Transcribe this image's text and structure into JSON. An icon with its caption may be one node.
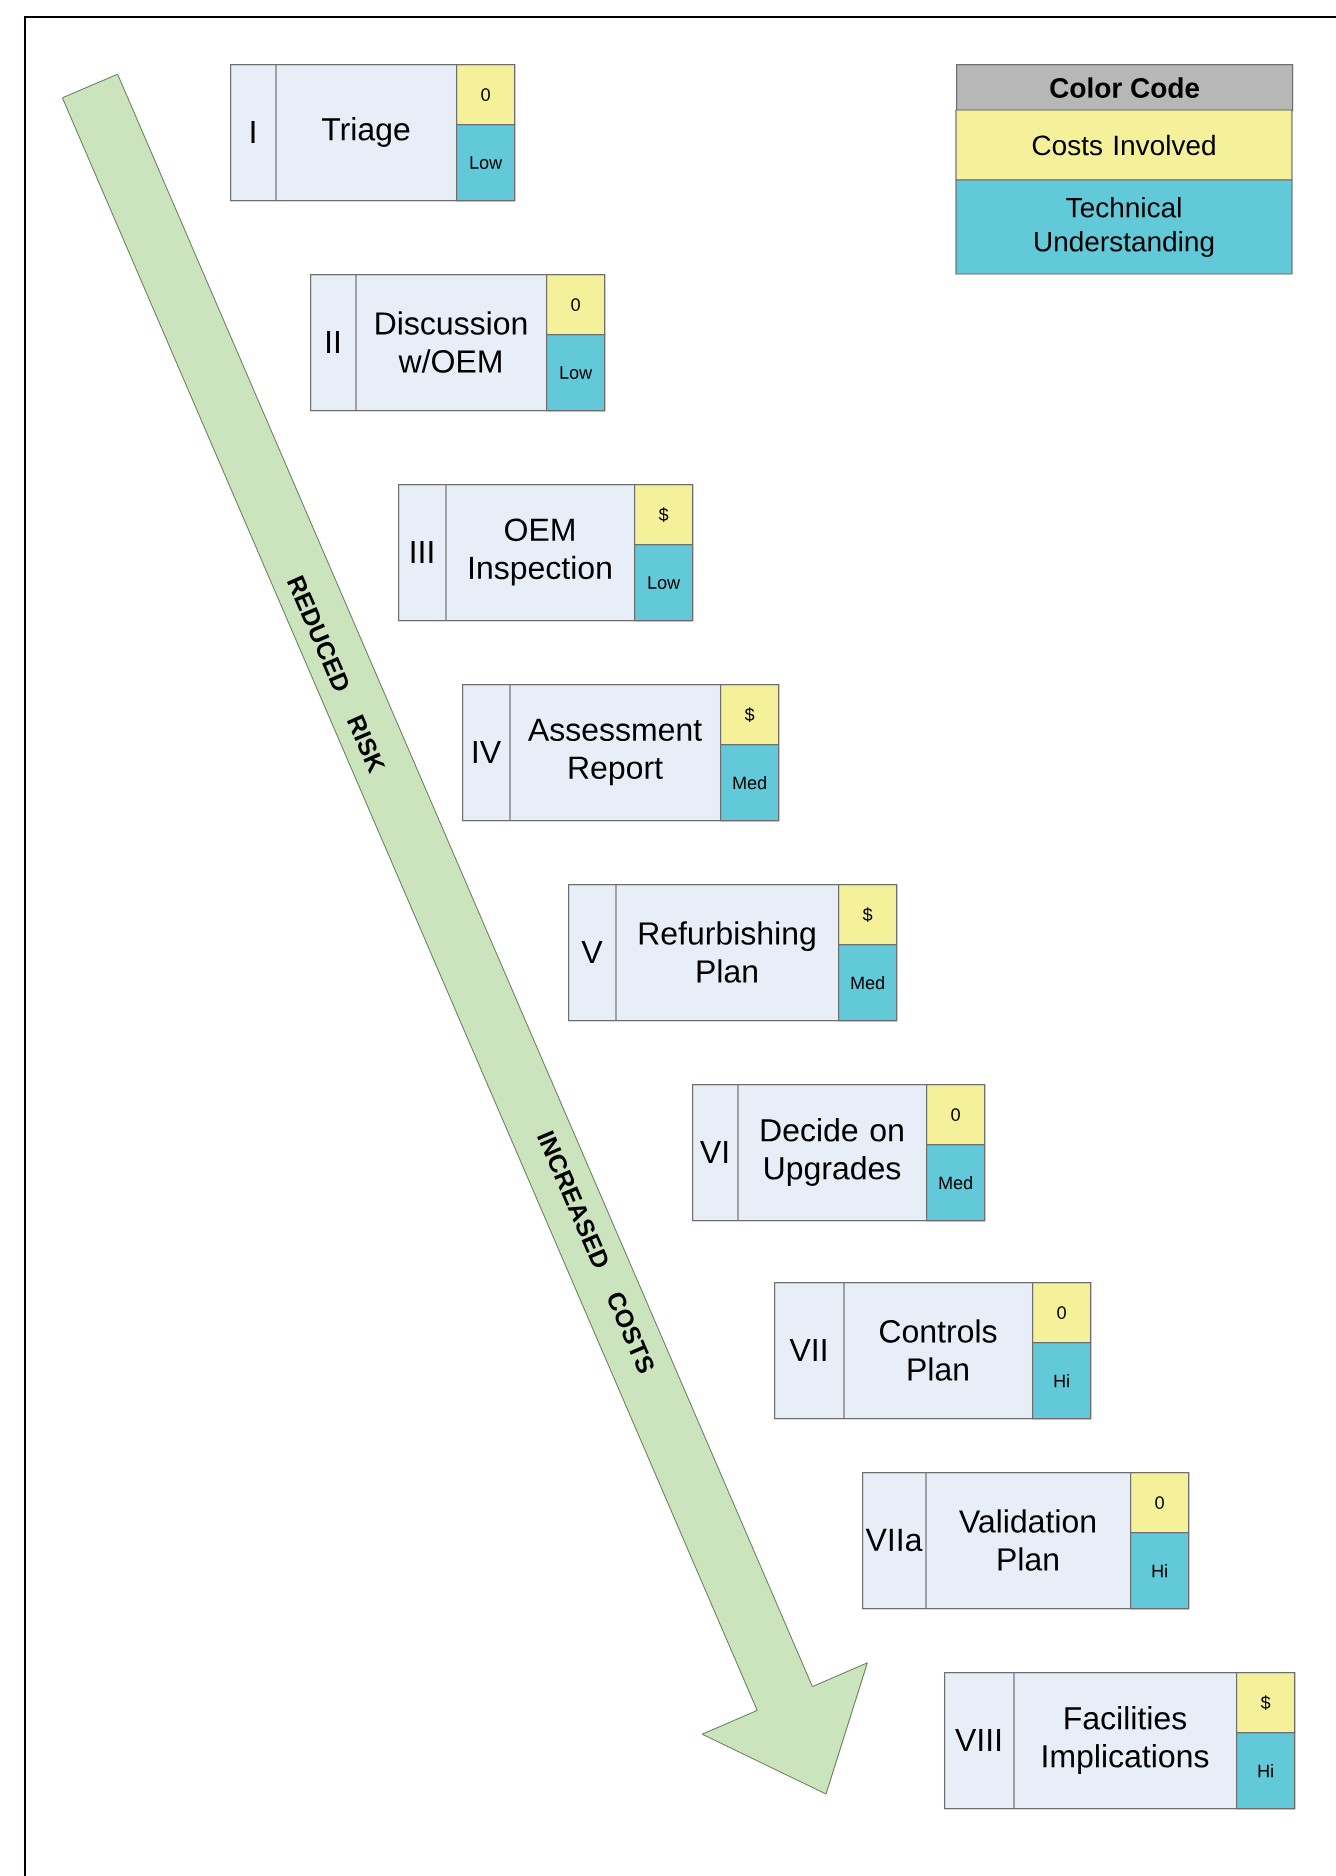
{
  "diagram": {
    "nodes": [
      {
        "text": [
          "REDUCED RISK",
          "INCREASED COSTS"
        ]
      },
      {
        "text": [
          "I",
          "Triage"
        ]
      },
      {
        "text": [
          "0"
        ],
        "in": 1
      },
      {
        "text": [
          "Low"
        ],
        "in": 1
      },
      {
        "text": [
          "II",
          "Discussion w/OEM"
        ]
      },
      {
        "text": [
          "0"
        ],
        "in": 4
      },
      {
        "text": [
          "Low"
        ],
        "in": 4
      },
      {
        "text": [
          "III",
          "OEM Inspection"
        ]
      },
      {
        "text": [
          "$"
        ],
        "in": 7
      },
      {
        "text": [
          "Low"
        ],
        "in": 7
      },
      {
        "text": [
          "IV",
          "Assessment Report"
        ]
      },
      {
        "text": [
          "$"
        ],
        "in": 10
      },
      {
        "text": [
          "Med"
        ],
        "in": 10
      },
      {
        "text": [
          "V",
          "Refurbishing Plan"
        ]
      },
      {
        "text": [
          "$"
        ],
        "in": 13
      },
      {
        "text": [
          "Med"
        ],
        "in": 13
      },
      {
        "text": [
          "VI",
          "Decide on Upgrades"
        ]
      },
      {
        "text": [
          "0"
        ],
        "in": 16
      },
      {
        "text": [
          "Med"
        ],
        "in": 16
      },
      {
        "text": [
          "VII",
          "Controls Plan"
        ]
      },
      {
        "text": [
          "0"
        ],
        "in": 19
      },
      {
        "text": [
          "Hi"
        ],
        "in": 19
      },
      {
        "text": [
          "VIIa",
          "Validation Plan"
        ]
      },
      {
        "text": [
          "0"
        ],
        "in": 22
      },
      {
        "text": [
          "Hi"
        ],
        "in": 22
      },
      {
        "text": [
          "VIII",
          "Facilities Implications"
        ]
      },
      {
        "text": [
          "$"
        ],
        "in": 25
      },
      {
        "text": [
          "Hi"
        ],
        "in": 25
      }
    ],
    "labels": [
      "Color Code"
    ],
    "legend": [
      {
        "text": "Costs Involved",
        "color": "#f5f09a"
      },
      {
        "text": "Technical Understanding",
        "color": "#62c9d9"
      }
    ]
  }
}
